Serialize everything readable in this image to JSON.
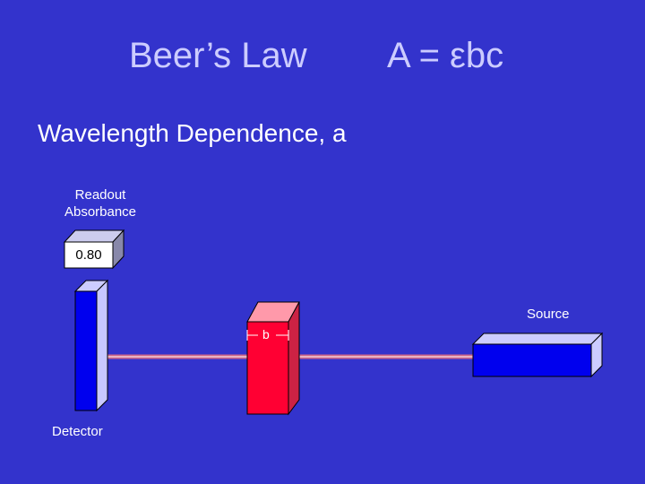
{
  "title": {
    "law": "Beer’s Law",
    "equation": "A = εbc"
  },
  "subtitle": "Wavelength Dependence, a",
  "readout": {
    "label_line1": "Readout",
    "label_line2": "Absorbance",
    "value": "0.80"
  },
  "labels": {
    "detector": "Detector",
    "source": "Source",
    "path_length": "b"
  },
  "colors": {
    "background": "#3333cc",
    "title_text": "#ccccff",
    "detector": "#0000ee",
    "sample": "#ff0033",
    "source": "#0000ee",
    "beam": "#cc6688"
  }
}
